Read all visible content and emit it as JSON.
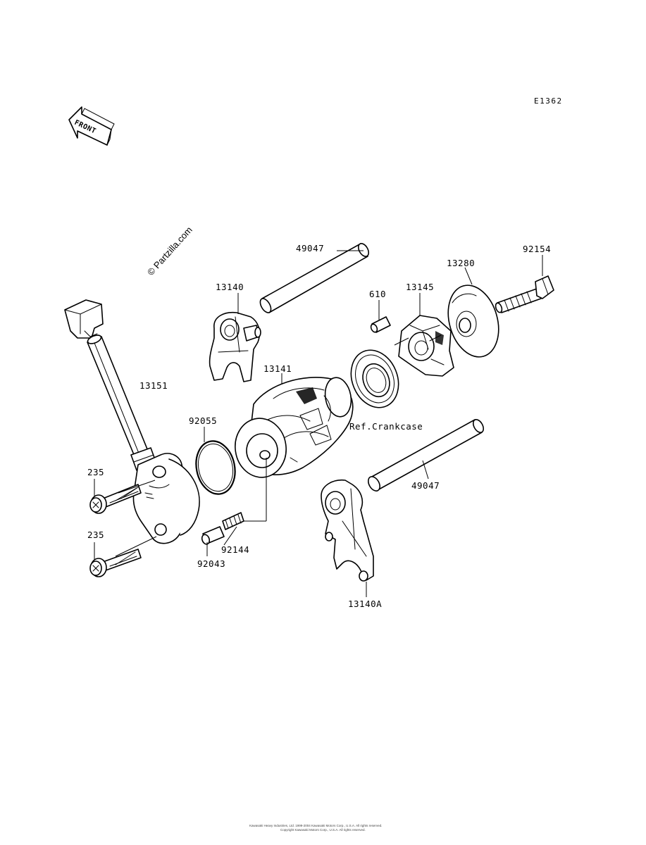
{
  "diagram": {
    "code": "E1362",
    "front_label": "FRONT",
    "watermark": "© Partzilla.com",
    "footer_line_1": "Kawasaki Heavy Industries, Ltd. 1999-2004 Kawasaki Motors Corp., U.S.A. All rights reserved.",
    "footer_line_2": "Copyright Kawasaki Motors Corp., U.S.A. All rights reserved.",
    "reference_note": "Ref.Crankcase",
    "callouts": [
      {
        "id": "49047-upper",
        "part_no": "49047"
      },
      {
        "id": "92154",
        "part_no": "92154"
      },
      {
        "id": "13280",
        "part_no": "13280"
      },
      {
        "id": "13140",
        "part_no": "13140"
      },
      {
        "id": "610",
        "part_no": "610"
      },
      {
        "id": "13145",
        "part_no": "13145"
      },
      {
        "id": "13141",
        "part_no": "13141"
      },
      {
        "id": "13151",
        "part_no": "13151"
      },
      {
        "id": "92055",
        "part_no": "92055"
      },
      {
        "id": "235-upper",
        "part_no": "235"
      },
      {
        "id": "235-lower",
        "part_no": "235"
      },
      {
        "id": "92144",
        "part_no": "92144"
      },
      {
        "id": "92043",
        "part_no": "92043"
      },
      {
        "id": "49047-lower",
        "part_no": "49047"
      },
      {
        "id": "13140A",
        "part_no": "13140A"
      }
    ]
  }
}
